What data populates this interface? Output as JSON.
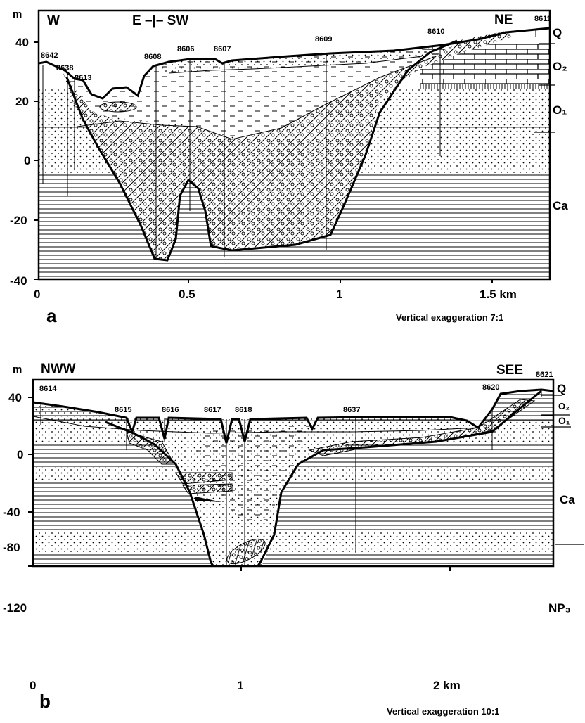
{
  "panel_a": {
    "label": "a",
    "unit_label": "m",
    "west_label": "W",
    "bend_label": "E –|– SW",
    "east_label": "NE",
    "y_ticks": [
      "40",
      "20",
      "0",
      "-20",
      "-40"
    ],
    "x_ticks": [
      "0",
      "0.5",
      "1",
      "1.5 km"
    ],
    "boreholes": [
      "8642",
      "8638",
      "8613",
      "8608",
      "8606",
      "8607",
      "8609",
      "8610",
      "8611"
    ],
    "strata": [
      "Q",
      "O₂",
      "O₁",
      "Ca"
    ],
    "exaggeration": "Vertical exaggeration 7:1"
  },
  "panel_b": {
    "label": "b",
    "unit_label": "m",
    "west_label": "NWW",
    "east_label": "SEE",
    "y_ticks": [
      "40",
      "0",
      "-40",
      "-80",
      "-120"
    ],
    "x_ticks": [
      "0",
      "1",
      "2 km"
    ],
    "boreholes": [
      "8614",
      "8615",
      "8616",
      "8617",
      "8618",
      "8637",
      "8620",
      "8621"
    ],
    "strata": [
      "Q",
      "O₂",
      "O₁",
      "Ca",
      "NP₃"
    ],
    "exaggeration": "Vertical exaggeration 10:1"
  },
  "legend_patterns": [
    "sand-dots",
    "clay-dashes",
    "till-hatch-circles",
    "limestone-bricks",
    "siltstone-lines"
  ]
}
